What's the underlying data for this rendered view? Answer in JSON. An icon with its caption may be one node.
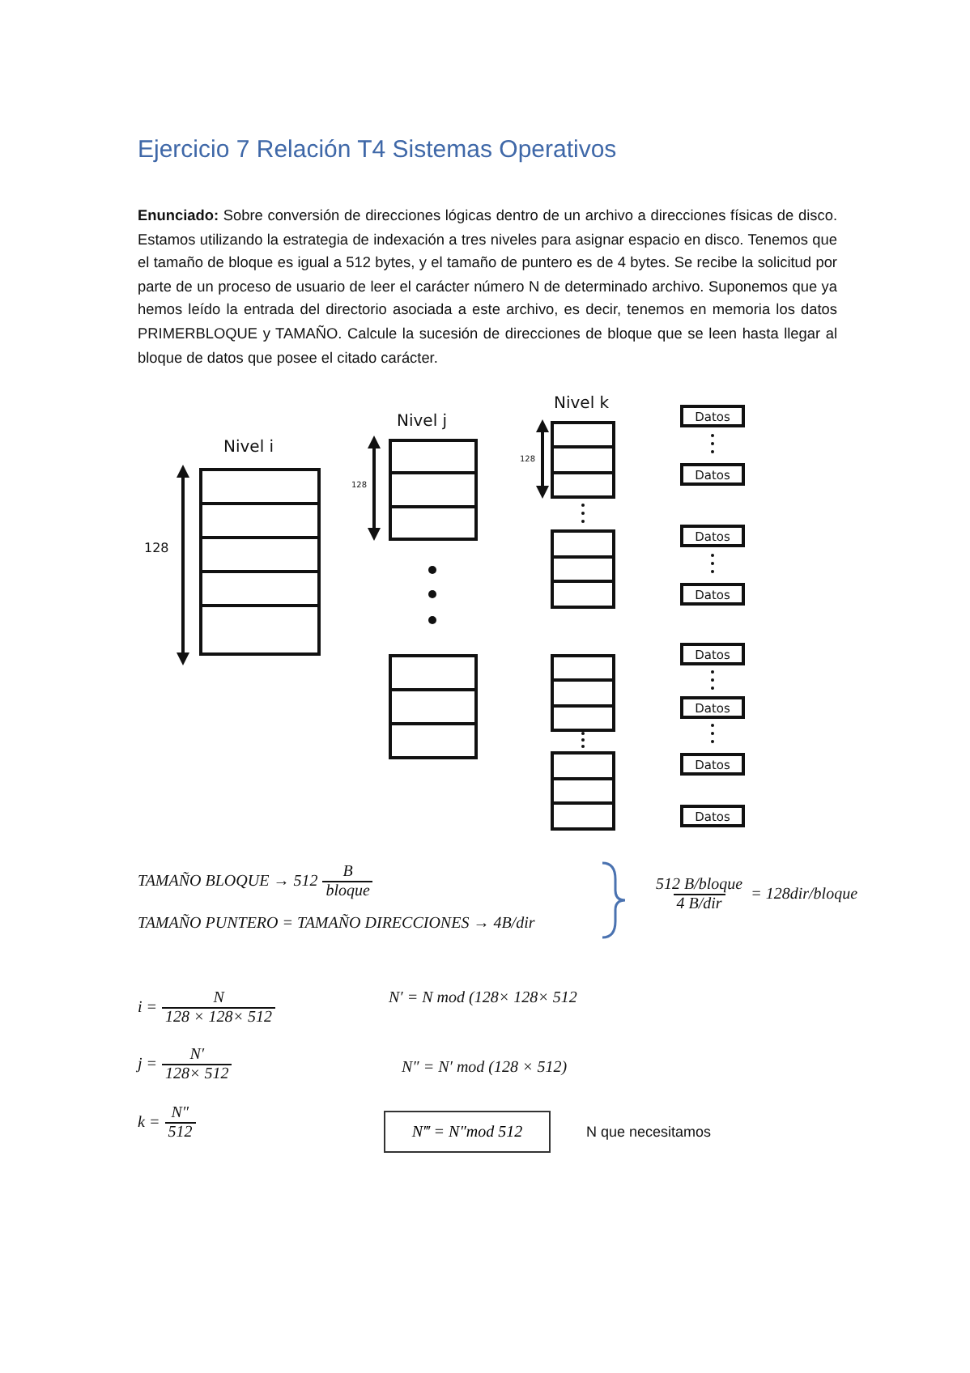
{
  "diagram": {
    "title": "Ejercicio 7 Relación T4 Sistemas Operativos",
    "nodes": [
      {
        "text": [
          "Datos"
        ]
      },
      {
        "text": [
          "Datos"
        ]
      },
      {
        "text": [
          "Datos"
        ]
      },
      {
        "text": [
          "Datos"
        ]
      },
      {
        "text": [
          "Datos"
        ]
      },
      {
        "text": [
          "Datos"
        ]
      },
      {
        "text": [
          "Datos"
        ]
      },
      {
        "text": [
          "Datos"
        ]
      },
      {
        "text": [
          "N‴ = N″mod 512"
        ]
      }
    ],
    "labels": [
      "**Enunciado:** Sobre conversión de direcciones lógicas dentro de un archivo a direcciones físicas de disco. Estamos utilizando la estrategia de indexación a tres niveles para asignar espacio en disco. Tenemos que el tamaño de bloque es igual a 512 bytes, y el tamaño de puntero es de 4 bytes. Se recibe la solicitud por parte de un proceso de usuario de leer el carácter número N de determinado archivo. Suponemos que ya hemos leído la entrada del directorio asociada a este archivo, es decir, tenemos en memoria los datos PRIMERBLOQUE y TAMAÑO. Calcule la sucesión de direcciones de bloque que se leen hasta llegar al bloque de datos que posee el citado carácter.",
      "Nivel i",
      "128",
      "Nivel j",
      "128",
      "Nivel k",
      "128",
      "TAMAÑO BLOQUE → 512",
      "B",
      "bloque",
      "TAMAÑO PUNTERO = TAMAÑO DIRECCIONES → 4B/dir",
      "512 B/bloque",
      "4 B/dir",
      "= 128dir/bloque",
      "i =",
      "N",
      "128 × 128× 512",
      "N′ = N mod (128× 128× 512",
      "j =",
      "N′",
      "128× 512",
      "N″ = N′ mod (128 × 512)",
      "k =",
      "N″",
      "512",
      "N que necesitamos"
    ]
  }
}
